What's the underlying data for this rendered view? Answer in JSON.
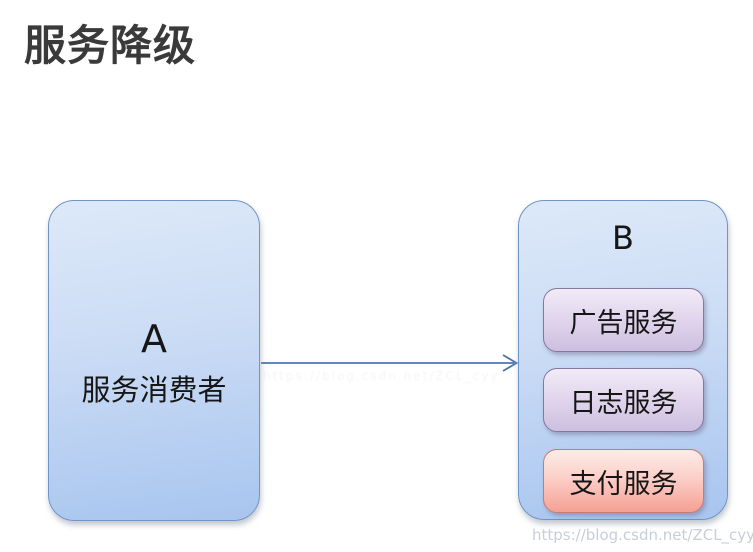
{
  "page": {
    "title": "服务降级"
  },
  "diagram": {
    "consumer_box": {
      "id_label": "A",
      "name_label": "服务消费者"
    },
    "arrow": {
      "direction": "left-to-right",
      "from": "A 服务消费者",
      "to": "B"
    },
    "provider_box": {
      "id_label": "B",
      "services": [
        {
          "label": "广告服务",
          "status": "normal"
        },
        {
          "label": "日志服务",
          "status": "normal"
        },
        {
          "label": "支付服务",
          "status": "critical"
        }
      ]
    }
  },
  "watermark": {
    "text": "https://blog.csdn.net/ZCL_cyy"
  },
  "colors": {
    "title_text": "#3a3a3a",
    "label_text": "#161616",
    "box_border_blue": "#6f94c6",
    "box_fill_blue_top": "#dde9f9",
    "box_fill_blue_bottom": "#a8c5ef",
    "service_border_purple": "#84789c",
    "service_fill_purple_top": "#f1ebf7",
    "service_fill_purple_bottom": "#cdbfe0",
    "service_border_pink": "#c67c72",
    "service_fill_pink_top": "#fdecea",
    "service_fill_pink_bottom": "#f5a093",
    "arrow": "#4d76ae",
    "watermark_text": "#b4becd"
  }
}
